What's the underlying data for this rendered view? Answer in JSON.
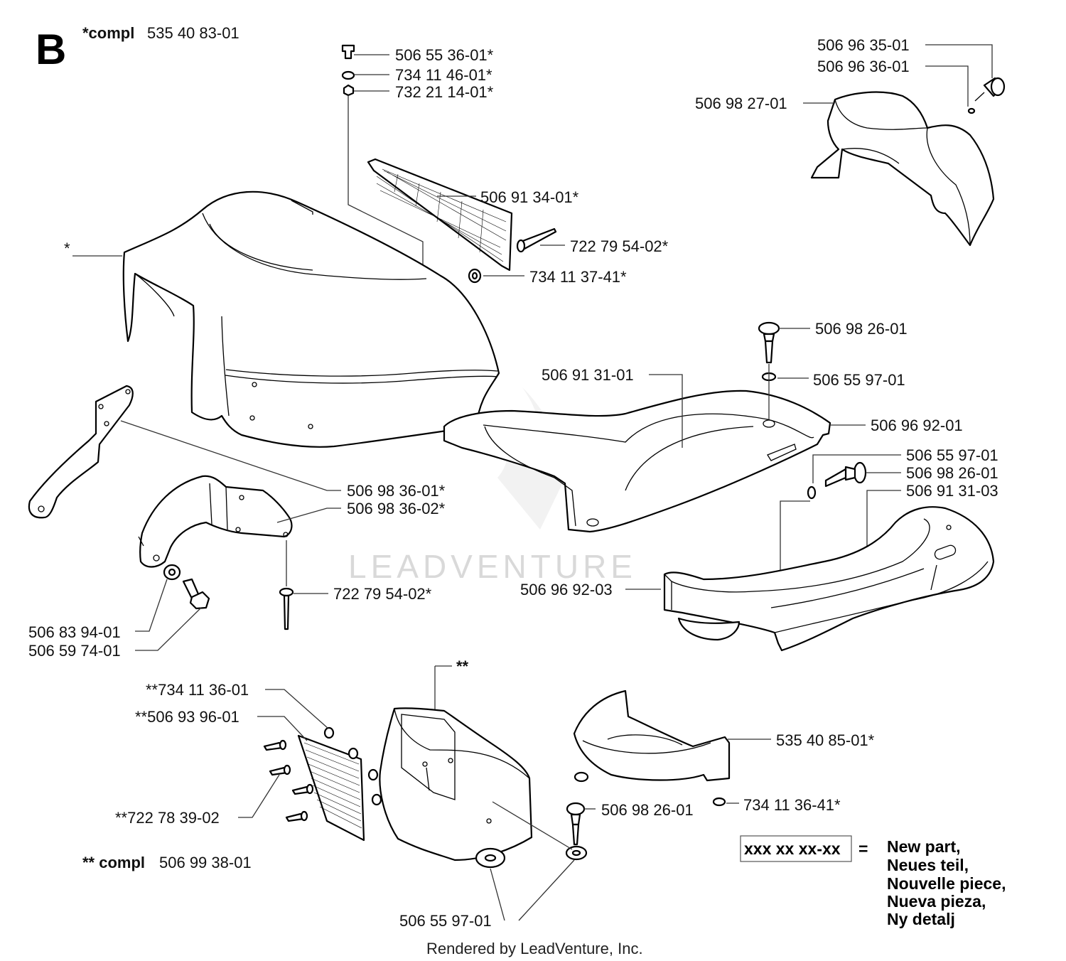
{
  "header": {
    "section_letter": "B",
    "compl_single": {
      "prefix": "*compl",
      "number": "535 40 83-01"
    },
    "compl_double": {
      "prefix": "** compl",
      "number": "506 99 38-01"
    }
  },
  "labels": {
    "l_506_55_36": "506 55 36-01*",
    "l_734_11_46": "734 11 46-01*",
    "l_732_21_14": "732 21 14-01*",
    "l_506_91_34": "506 91 34-01*",
    "l_722_79_54_a": "722 79 54-02*",
    "l_734_11_37": "734 11 37-41*",
    "l_star": "*",
    "l_506_96_35": "506 96 35-01",
    "l_506_96_36": "506 96 36-01",
    "l_506_98_27": "506 98 27-01",
    "l_506_98_26_a": "506 98 26-01",
    "l_506_91_31_01": "506 91 31-01",
    "l_506_55_97_a": "506 55 97-01",
    "l_506_96_92_01": "506 96 92-01",
    "l_506_55_97_b": "506 55 97-01",
    "l_506_98_26_b": "506 98 26-01",
    "l_506_91_31_03": "506 91 31-03",
    "l_506_98_36_01": "506 98 36-01*",
    "l_506_98_36_02": "506 98 36-02*",
    "l_722_79_54_b": "722 79 54-02*",
    "l_506_96_92_03": "506 96 92-03",
    "l_506_83_94": "506 83 94-01",
    "l_506_59_74": "506 59 74-01",
    "l_double_star": "**",
    "l_734_11_36_01": "**734 11 36-01",
    "l_506_93_96": "**506 93 96-01",
    "l_722_78_39": "**722 78 39-02",
    "l_535_40_85": "535 40 85-01*",
    "l_506_98_26_c": "506 98 26-01",
    "l_734_11_36_41": "734 11 36-41*",
    "l_506_55_97_c": "506 55 97-01"
  },
  "legend": {
    "boxed": "xxx xx xx-xx",
    "equals": "=",
    "lines": [
      "New part,",
      "Neues teil,",
      "Nouvelle piece,",
      "Nueva pieza,",
      "Ny detalj"
    ]
  },
  "watermark": "LEADVENTURE",
  "footer": "Rendered by LeadVenture, Inc."
}
